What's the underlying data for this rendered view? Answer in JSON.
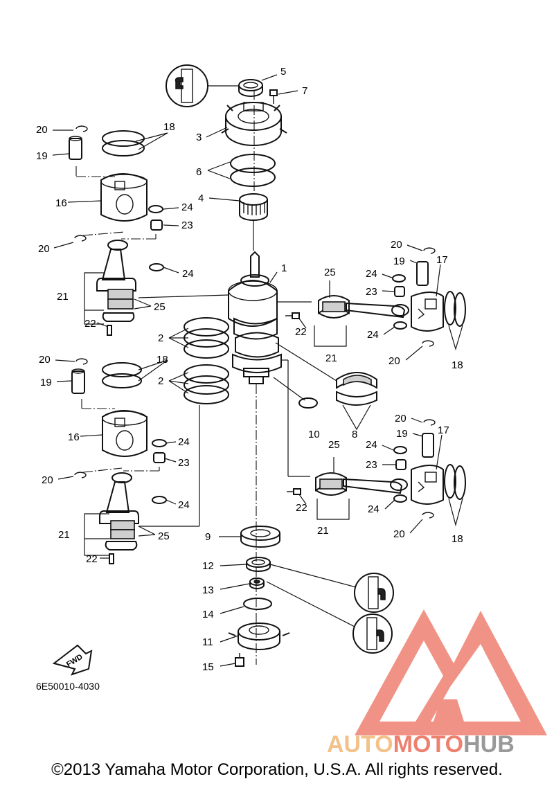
{
  "diagram_code": "6E50010-4030",
  "fwd_label": "FWD",
  "copyright": "©2013 Yamaha Motor Corporation, U.S.A. All rights reserved.",
  "watermark": {
    "part1": "AUTO",
    "part2": "MOTO",
    "part3": "HUB",
    "color_light": "#f2c28a",
    "color_red": "#ee8070",
    "color_grey": "#999999"
  },
  "labels": {
    "n1": "1",
    "n2a": "2",
    "n2b": "2",
    "n3": "3",
    "n4": "4",
    "n5": "5",
    "n6": "6",
    "n7": "7",
    "n8": "8",
    "n9": "9",
    "n10": "10",
    "n11": "11",
    "n12": "12",
    "n13": "13",
    "n14": "14",
    "n15": "15",
    "n16a": "16",
    "n16b": "16",
    "n17a": "17",
    "n17b": "17",
    "n18a": "18",
    "n18b": "18",
    "n18c": "18",
    "n18d": "18",
    "n19a": "19",
    "n19b": "19",
    "n19c": "19",
    "n19d": "19",
    "n20a": "20",
    "n20b": "20",
    "n20c": "20",
    "n20d": "20",
    "n20e": "20",
    "n20f": "20",
    "n20g": "20",
    "n20h": "20",
    "n21a": "21",
    "n21b": "21",
    "n21c": "21",
    "n21d": "21",
    "n22a": "22",
    "n22b": "22",
    "n22c": "22",
    "n22d": "22",
    "n23a": "23",
    "n23b": "23",
    "n23c": "23",
    "n23d": "23",
    "n24a": "24",
    "n24b": "24",
    "n24c": "24",
    "n24d": "24",
    "n24e": "24",
    "n24f": "24",
    "n24g": "24",
    "n24h": "24",
    "n25a": "25",
    "n25b": "25",
    "n25c": "25",
    "n25d": "25"
  }
}
